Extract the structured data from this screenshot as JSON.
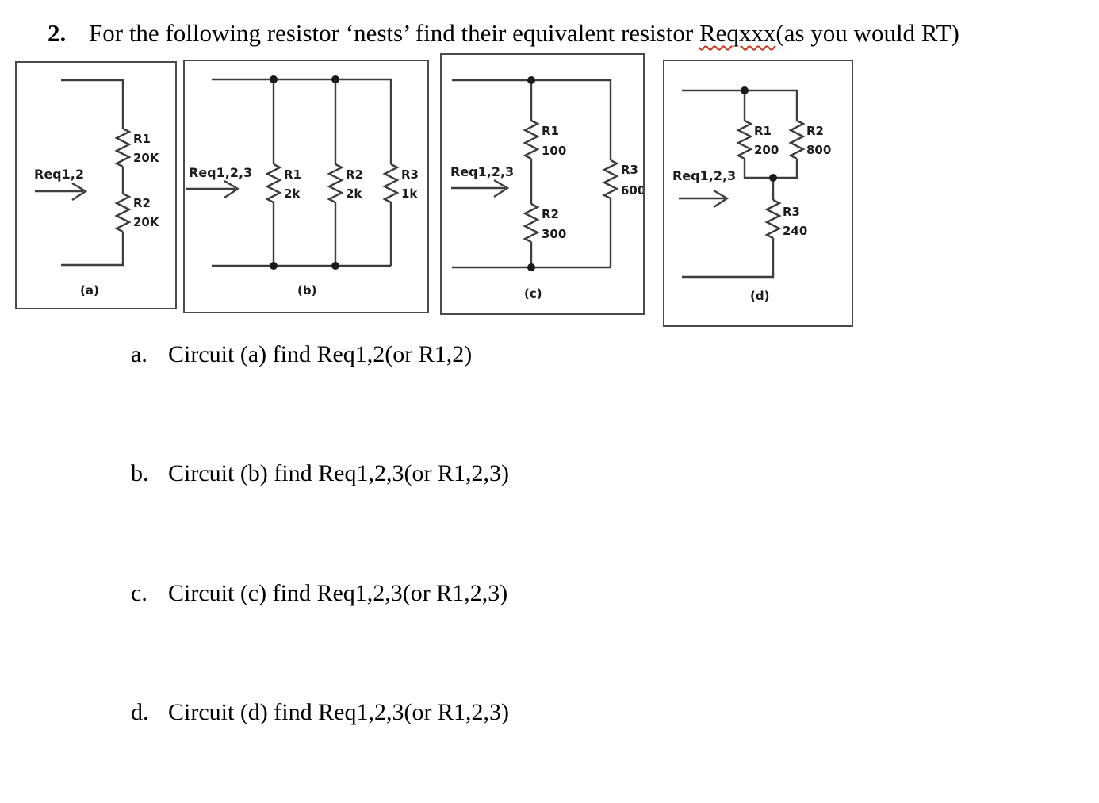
{
  "title": {
    "number": "2.",
    "before_highlight": "For the following resistor ‘nests’ find their equivalent resistor ",
    "highlight": "Reqxxx",
    "after_highlight": "(as you would RT)"
  },
  "circuits": {
    "a": {
      "req_label": "Req1,2",
      "caption": "(a)",
      "topology": "R1 in series with R2",
      "r1": {
        "name": "R1",
        "value": "20K"
      },
      "r2": {
        "name": "R2",
        "value": "20K"
      }
    },
    "b": {
      "req_label": "Req1,2,3",
      "caption": "(b)",
      "topology": "R1, R2 and R3 all in parallel",
      "r1": {
        "name": "R1",
        "value": "2k"
      },
      "r2": {
        "name": "R2",
        "value": "2k"
      },
      "r3": {
        "name": "R3",
        "value": "1k"
      }
    },
    "c": {
      "req_label": "Req1,2,3",
      "caption": "(c)",
      "topology": "R1 in series with R2, that branch in parallel with R3",
      "r1": {
        "name": "R1",
        "value": "100"
      },
      "r2": {
        "name": "R2",
        "value": "300"
      },
      "r3": {
        "name": "R3",
        "value": "600"
      }
    },
    "d": {
      "req_label": "Req1,2,3",
      "caption": "(d)",
      "topology": "R1 in parallel with R2, that combination in series with R3",
      "r1": {
        "name": "R1",
        "value": "200"
      },
      "r2": {
        "name": "R2",
        "value": "800"
      },
      "r3": {
        "name": "R3",
        "value": "240"
      }
    }
  },
  "questions": [
    {
      "letter": "a.",
      "text": "Circuit (a) find Req1,2(or R1,2)"
    },
    {
      "letter": "b.",
      "text": "Circuit (b) find Req1,2,3(or R1,2,3)"
    },
    {
      "letter": "c.",
      "text": "Circuit (c) find Req1,2,3(or R1,2,3)"
    },
    {
      "letter": "d.",
      "text": "Circuit (d) find Req1,2,3(or R1,2,3)"
    }
  ]
}
